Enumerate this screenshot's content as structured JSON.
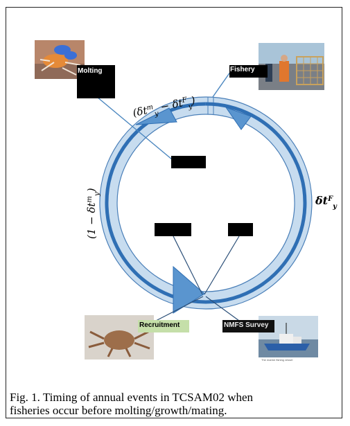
{
  "diagram": {
    "labels": {
      "molting": "Molting",
      "fishery": "Fishery",
      "center_top": "",
      "mid_left": "",
      "mid_right": "",
      "recruitment": "Recruitment",
      "survey": "NMFS Survey"
    },
    "timing_top": {
      "prefix": "(",
      "base1": "δt",
      "sup1": "m",
      "sub1": "y",
      "minus": " − ",
      "base2": "δt",
      "sup2": "F",
      "sub2": "y",
      "suffix": ")"
    },
    "timing_left": {
      "prefix": "(1 − ",
      "base": "δt",
      "sup": "m",
      "sub": "y",
      "suffix": ")"
    },
    "timing_right": {
      "base": "δt",
      "sup": "F",
      "sub": "y"
    },
    "survey_photo_caption": "The marine fishing vessel",
    "colors": {
      "ring_fill": "#c7dcef",
      "ring_stroke": "#4a7fb8",
      "inner_arc": "#2f6fb4",
      "arrow_fill": "#5a95cf",
      "connector": "#4a86bf"
    }
  },
  "caption": {
    "line1": "Fig. 1. Timing of annual events in TCSAM02 when",
    "line2": "fisheries occur before molting/growth/mating."
  }
}
